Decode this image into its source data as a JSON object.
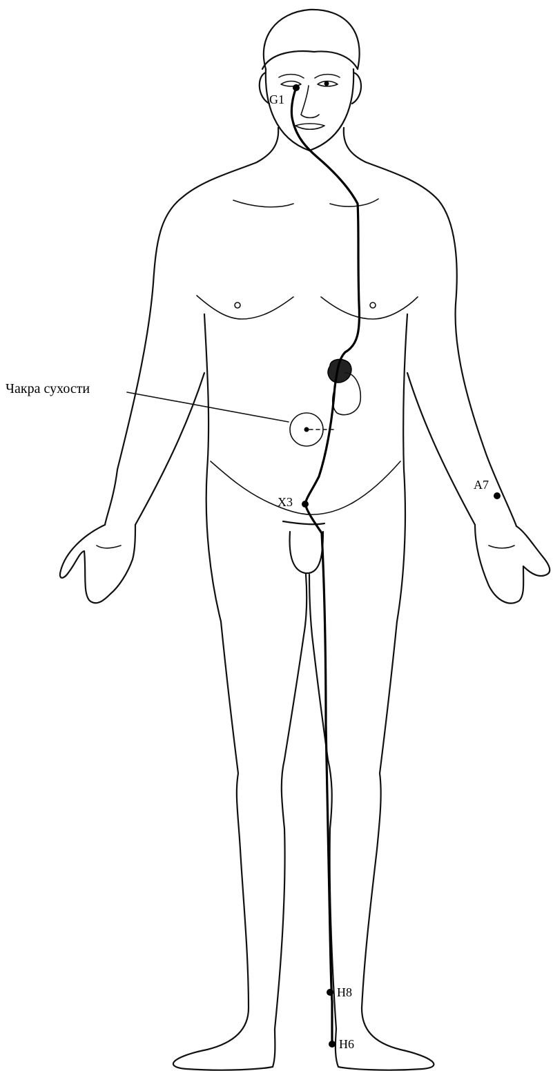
{
  "diagram": {
    "points": [
      {
        "id": "g1",
        "label": "G1"
      },
      {
        "id": "x3",
        "label": "X3"
      },
      {
        "id": "a7",
        "label": "A7"
      },
      {
        "id": "h8",
        "label": "H8"
      },
      {
        "id": "h6",
        "label": "H6"
      }
    ],
    "chakra_label": "Чакра сухости"
  }
}
